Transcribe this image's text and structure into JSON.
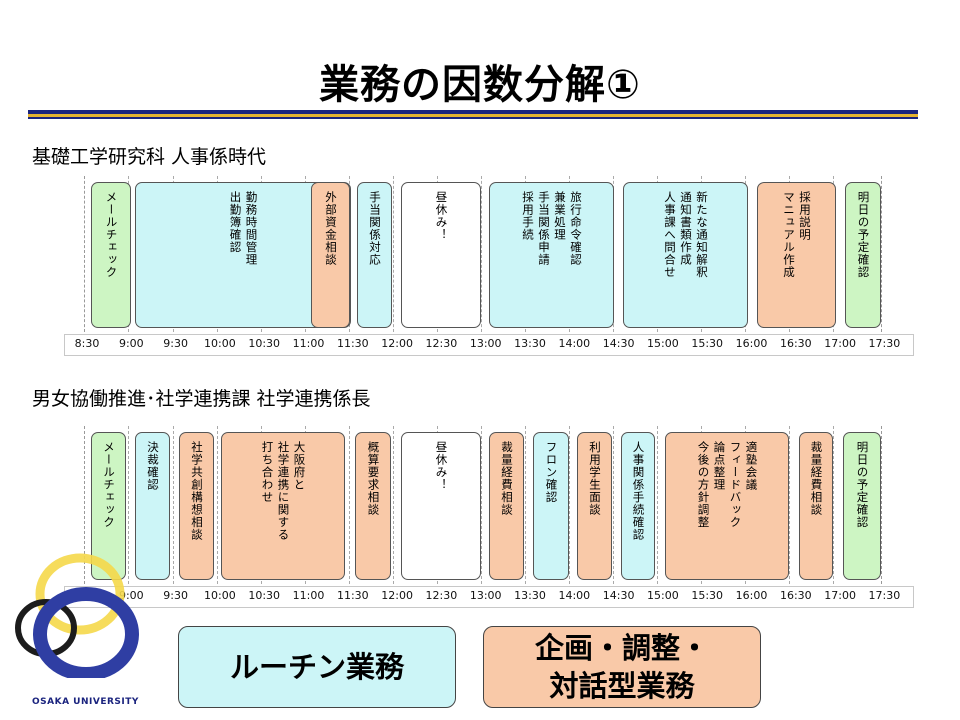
{
  "page_title": "業務の因数分解①",
  "colors": {
    "routine": "#ccf5f7",
    "planning": "#f9c9a8",
    "email": "#cdf5c3",
    "lunch": "#ffffff"
  },
  "sections": [
    {
      "label": "基礎工学研究科 人事係時代",
      "blocks": [
        {
          "cols": [
            "メールチェック"
          ],
          "kind": "email"
        },
        {
          "cols": [
            "勤務時間管理",
            "出勤簿確認"
          ],
          "kind": "routine"
        },
        {
          "cols": [
            "外部資金相談"
          ],
          "kind": "planning"
        },
        {
          "cols": [
            "手当関係対応"
          ],
          "kind": "routine"
        },
        {
          "cols": [
            "昼休み！"
          ],
          "kind": "lunch"
        },
        {
          "cols": [
            "旅行命令確認",
            "兼業処理",
            "手当関係申請",
            "採用手続"
          ],
          "kind": "routine"
        },
        {
          "cols": [
            "新たな通知解釈",
            "通知書類作成",
            "人事課へ問合せ"
          ],
          "kind": "routine"
        },
        {
          "cols": [
            "採用説明",
            "マニュアル作成"
          ],
          "kind": "planning"
        },
        {
          "cols": [
            "明日の予定確認"
          ],
          "kind": "email"
        }
      ]
    },
    {
      "label": "男女協働推進･社学連携課 社学連携係長",
      "blocks": [
        {
          "cols": [
            "メールチェック"
          ],
          "kind": "email"
        },
        {
          "cols": [
            "決裁確認"
          ],
          "kind": "routine"
        },
        {
          "cols": [
            "社学共創構想相談"
          ],
          "kind": "planning"
        },
        {
          "cols": [
            "大阪府と",
            "社学連携に関する",
            "打ち合わせ"
          ],
          "kind": "planning"
        },
        {
          "cols": [
            "概算要求相談"
          ],
          "kind": "planning"
        },
        {
          "cols": [
            "昼休み！"
          ],
          "kind": "lunch"
        },
        {
          "cols": [
            "裁量経費相談"
          ],
          "kind": "planning"
        },
        {
          "cols": [
            "フロン確認"
          ],
          "kind": "routine"
        },
        {
          "cols": [
            "利用学生面談"
          ],
          "kind": "planning"
        },
        {
          "cols": [
            "人事関係手続確認"
          ],
          "kind": "routine"
        },
        {
          "cols": [
            "適塾会議",
            "フィードバック",
            "論点整理",
            "今後の方針調整"
          ],
          "kind": "planning"
        },
        {
          "cols": [
            "裁量経費相談"
          ],
          "kind": "planning"
        },
        {
          "cols": [
            "明日の予定確認"
          ],
          "kind": "email"
        }
      ]
    }
  ],
  "timeline_ticks": [
    "8:30",
    "9:00",
    "9:30",
    "10:00",
    "10:30",
    "11:00",
    "11:30",
    "12:00",
    "12:30",
    "13:00",
    "13:30",
    "14:00",
    "14:30",
    "15:00",
    "15:30",
    "16:00",
    "16:30",
    "17:00",
    "17:30"
  ],
  "legend": {
    "routine": [
      "ルーチン業務"
    ],
    "planning": [
      "企画・調整・",
      "対話型業務"
    ]
  },
  "logo_text": "OSAKA UNIVERSITY"
}
